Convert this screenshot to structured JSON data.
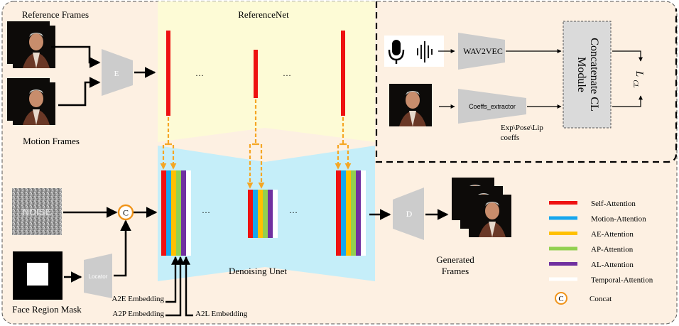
{
  "colors": {
    "background": "#fdf0e2",
    "reference_band": "#fdfbd6",
    "denoising_band": "#c5eef9",
    "module_box": "#dadada",
    "encoder": "#cccccc",
    "self_attention": "#ee1111",
    "motion_attention": "#17a6ee",
    "ae_attention": "#ffc000",
    "ap_attention": "#92d050",
    "al_attention": "#7030a0",
    "temporal_attention": "#ffffff",
    "concat_ring": "#f0941a",
    "copy_arrow": "#f5a623"
  },
  "inputs": {
    "reference_frames": "Reference Frames",
    "motion_frames": "Motion Frames",
    "noise_label": "NOISE",
    "face_region_mask": "Face Region Mask"
  },
  "modules": {
    "encoder": "E",
    "decoder": "D",
    "locator": "Locator",
    "concat": "C"
  },
  "networks": {
    "reference_net": "ReferenceNet",
    "denoising_unet": "Denoising Unet",
    "ellipsis": "…"
  },
  "embeddings": {
    "a2e": "A2E Embedding",
    "a2p": "A2P Embedding",
    "a2l": "A2L Embedding"
  },
  "output": {
    "generated_line1": "Generated",
    "generated_line2": "Frames"
  },
  "cl_branch": {
    "audio_icon": "microphone-icon",
    "waveform_icon": "waveform-icon",
    "wav2vec": "WAV2VEC",
    "coeffs_extractor": "Coeffs_extractor",
    "coeffs_note_line1": "Exp\\Pose\\Lip",
    "coeffs_note_line2": "coeffs",
    "concat_module_line1": "Concatenate CL",
    "concat_module_line2": "Module",
    "loss_label": "L",
    "loss_subscript": "CL"
  },
  "legend": [
    {
      "label": "Self-Attention",
      "color": "#ee1111"
    },
    {
      "label": "Motion-Attention",
      "color": "#17a6ee"
    },
    {
      "label": "AE-Attention",
      "color": "#ffc000"
    },
    {
      "label": "AP-Attention",
      "color": "#92d050"
    },
    {
      "label": "AL-Attention",
      "color": "#7030a0"
    },
    {
      "label": "Temporal-Attention",
      "color": "#ffffff"
    }
  ],
  "legend_concat": "Concat"
}
